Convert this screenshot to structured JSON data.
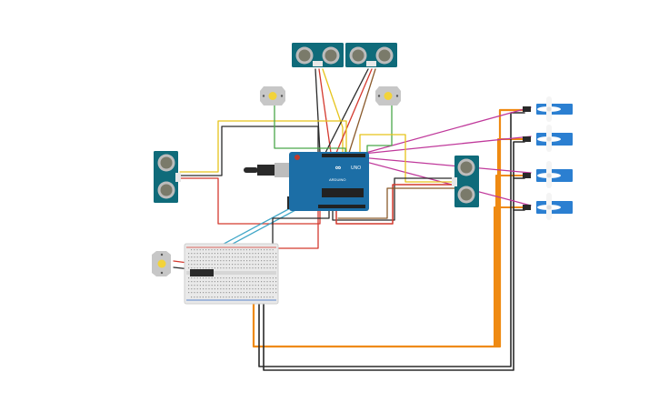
{
  "board": {
    "label": "UNO",
    "brand": "ARDUINO",
    "color": "#1c6ea6"
  },
  "colors": {
    "sensor_board": "#0f6b7a",
    "servo_body": "#2b7fd1",
    "motor_body": "#c7c7c7",
    "motor_shaft": "#f2d33a",
    "breadboard": "#e9e9e9",
    "wire_red": "#d43a2f",
    "wire_black": "#2a2a2a",
    "wire_yellow": "#e6c41b",
    "wire_green": "#4aa84a",
    "wire_orange": "#ef8a12",
    "wire_magenta": "#c0399b",
    "wire_cyan": "#41a7c8",
    "wire_brown": "#8a5a2b"
  },
  "components": {
    "ultrasonic_sensors": 4,
    "servo_motors": 4,
    "dc_motors": 3,
    "breadboard": 1,
    "ic_chip": 1
  }
}
